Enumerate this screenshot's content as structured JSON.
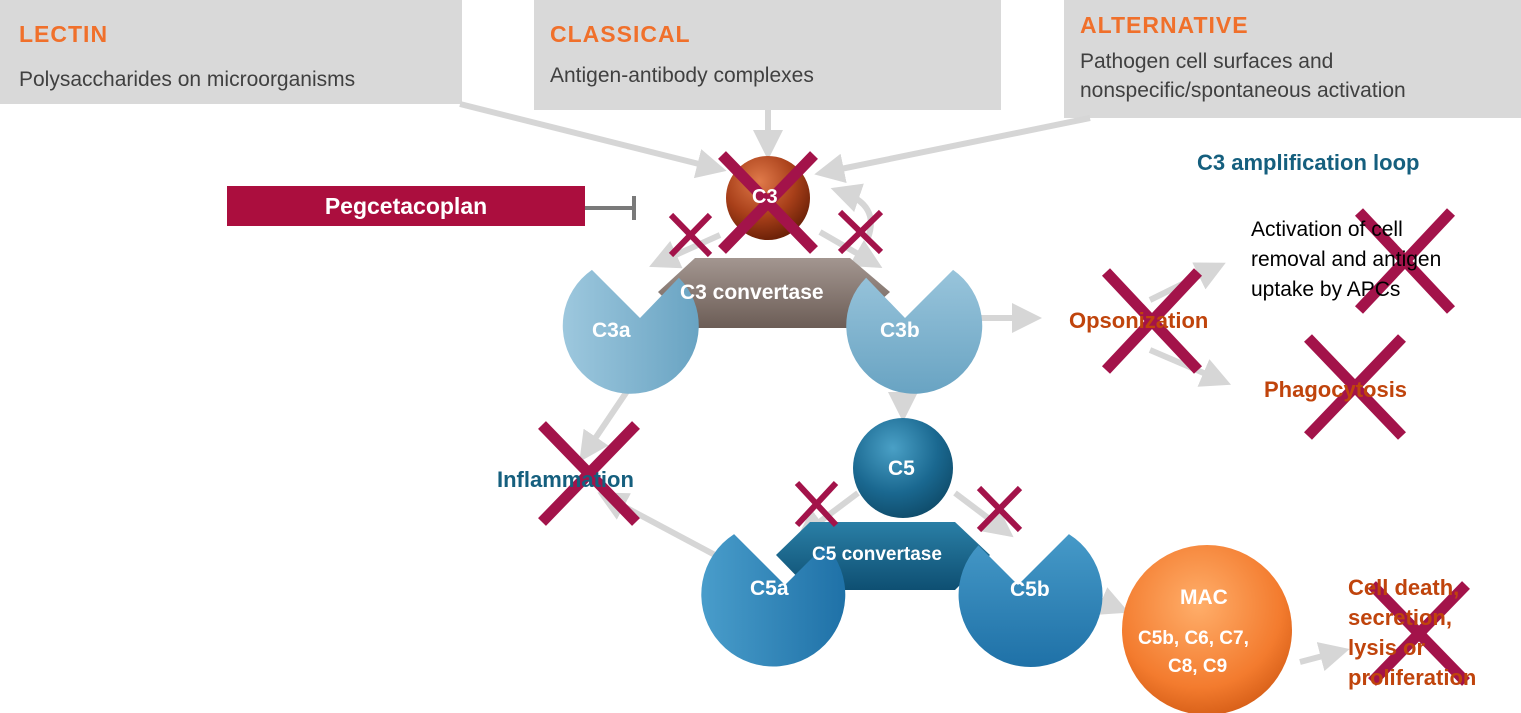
{
  "colors": {
    "orange": "#f0702b",
    "teal": "#155f7e",
    "rust": "#c0440c",
    "inhibitor": "#ab0e3e",
    "cross": "#a3134a",
    "box": "#d9d9d9"
  },
  "pathways": [
    {
      "title": "LECTIN",
      "desc": [
        "Polysaccharides on microorganisms"
      ]
    },
    {
      "title": "CLASSICAL",
      "desc": [
        "Antigen-antibody complexes"
      ]
    },
    {
      "title": "ALTERNATIVE",
      "desc": [
        "Pathogen cell surfaces and",
        "nonspecific/spontaneous activation"
      ]
    }
  ],
  "inhibitor": "Pegcetacoplan",
  "c3": {
    "node": "C3",
    "convertase": "C3 convertase",
    "a": "C3a",
    "b": "C3b"
  },
  "c5": {
    "node": "C5",
    "convertase": "C5 convertase",
    "a": "C5a",
    "b": "C5b"
  },
  "amplification_loop": "C3 amplification loop",
  "inflammation": "Inflammation",
  "opsonization": "Opsonization",
  "activation": [
    "Activation of cell",
    "removal and antigen",
    "uptake by APCs"
  ],
  "phagocytosis": "Phagocytosis",
  "mac": {
    "title": "MAC",
    "components": [
      "C5b, C6, C7,",
      "C8, C9"
    ]
  },
  "cell_death": [
    "Cell death,",
    "secretion,",
    "lysis or",
    "proliferation"
  ]
}
